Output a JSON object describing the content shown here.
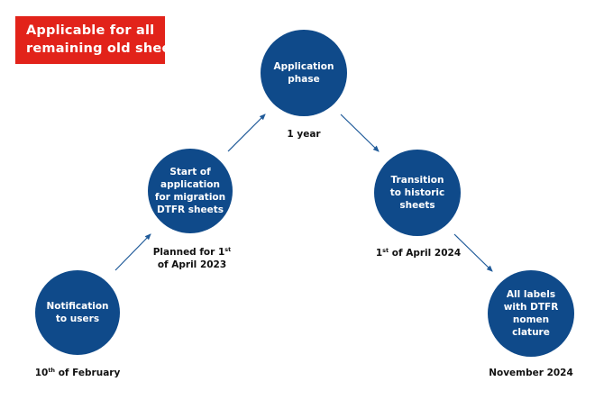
{
  "banner": {
    "line1": "Applicable for all",
    "line2": "remaining old sheets",
    "color": "#e2231a"
  },
  "nodes": {
    "notification": {
      "line1": "Notification",
      "line2": "to users"
    },
    "start": {
      "line1": "Start of",
      "line2": "application",
      "line3": "for migration",
      "line4": "DTFR sheets"
    },
    "application": {
      "line1": "Application",
      "line2": "phase"
    },
    "transition": {
      "line1": "Transition",
      "line2": "to historic",
      "line3": "sheets"
    },
    "labels": {
      "line1": "All labels",
      "line2": "with DTFR",
      "line3": "nomen",
      "line4": "clature"
    }
  },
  "captions": {
    "application": "1 year",
    "start": {
      "line1_pre": "Planned for 1",
      "line1_sup": "st",
      "line2": "of April 2023"
    },
    "transition": {
      "num": "1",
      "sup": "st",
      "rest": " of April 2024"
    },
    "notification": {
      "num": "10",
      "sup": "th",
      "rest": " of February"
    },
    "labels": "November 2024"
  },
  "colors": {
    "node": "#0f4a8a",
    "arrow": "#1f5a99"
  }
}
